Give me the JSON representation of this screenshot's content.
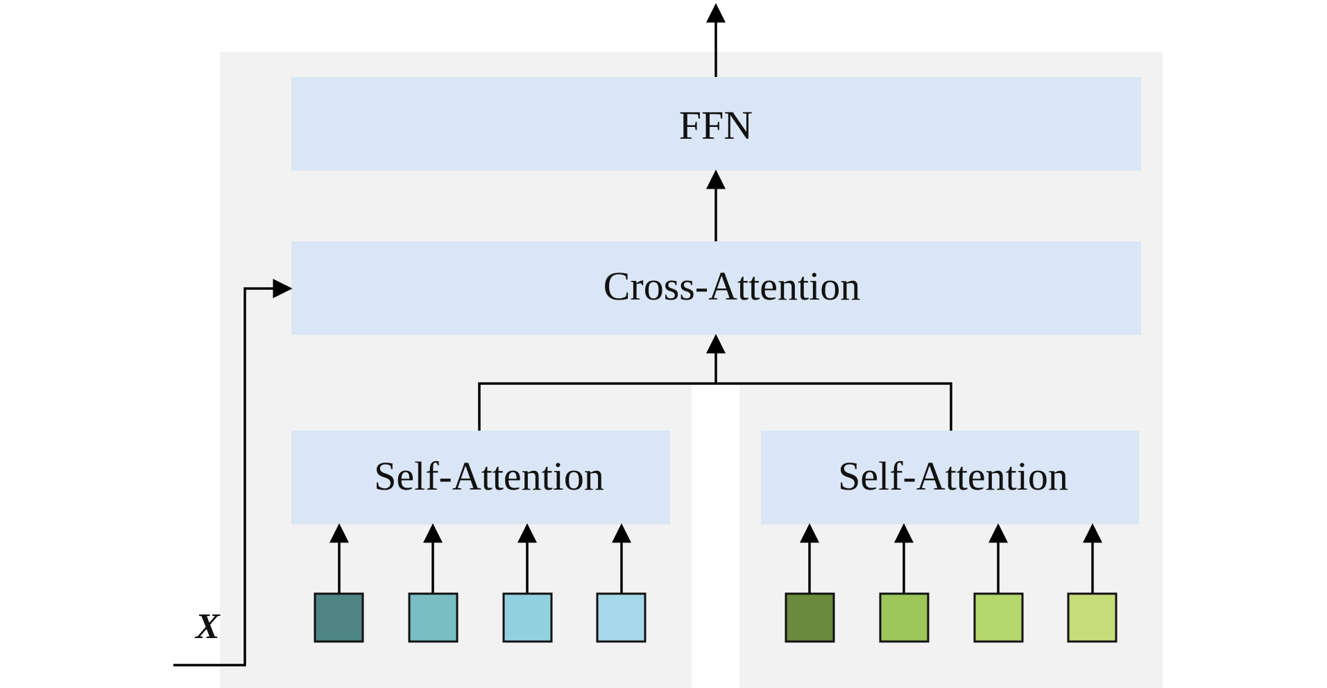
{
  "blocks": {
    "ffn": "FFN",
    "cross_attention": "Cross-Attention",
    "self_attention_left": "Self-Attention",
    "self_attention_right": "Self-Attention"
  },
  "input_label": "X",
  "colors": {
    "panel": "#f2f2f2",
    "block": "#dae6f5",
    "tokens_left": [
      "#4f8585",
      "#79bec3",
      "#92d1df",
      "#a6d9e9"
    ],
    "tokens_right": [
      "#6a8a3d",
      "#9cc55a",
      "#b6d66e",
      "#c6dc78"
    ]
  }
}
